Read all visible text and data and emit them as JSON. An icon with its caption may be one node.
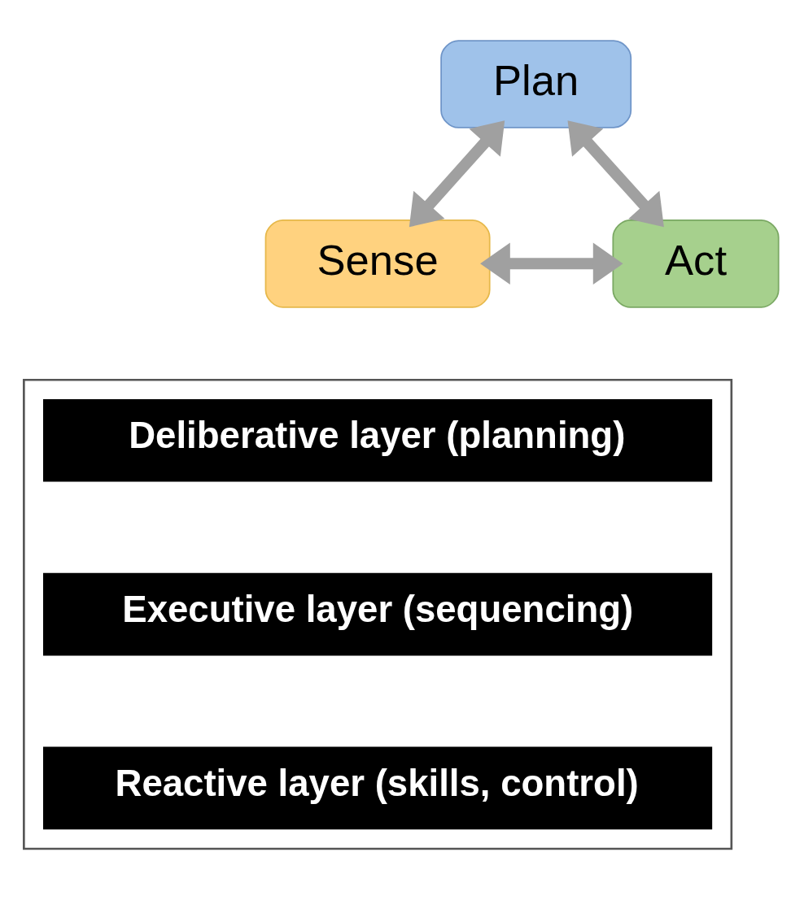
{
  "diagram": {
    "nodes": [
      {
        "text": [
          "Plan"
        ]
      },
      {
        "text": [
          "Sense"
        ]
      },
      {
        "text": [
          "Act"
        ]
      },
      {
        "text": [],
        "shape": "box"
      },
      {
        "text": [
          "Deliberative layer (planning)"
        ],
        "in": 3
      },
      {
        "text": [
          "Executive layer (sequencing)"
        ],
        "in": 3
      },
      {
        "text": [
          "Reactive layer (skills, control)"
        ],
        "in": 3
      }
    ],
    "edges": [
      {
        "from": 0,
        "to": 1,
        "arrow": "both"
      },
      {
        "from": 0,
        "to": 2,
        "arrow": "both"
      },
      {
        "from": 1,
        "to": 2,
        "arrow": "both"
      }
    ]
  }
}
